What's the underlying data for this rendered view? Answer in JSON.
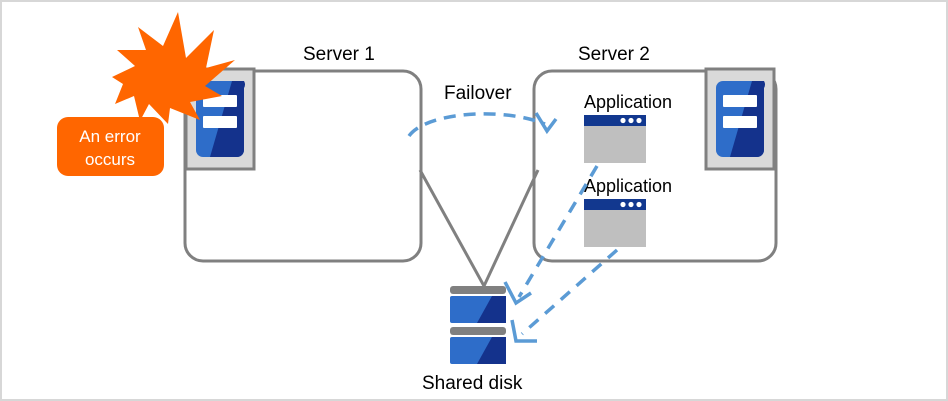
{
  "diagram": {
    "title": "Failover cluster diagram",
    "background_color": "#ffffff",
    "colors": {
      "server_box_stroke": "#808080",
      "error_badge": "#FF6600",
      "burst": "#FF6600",
      "arrow_dashed": "#5B9BD5",
      "connector_line": "#808080",
      "icon_blue_light": "#2E6DC9",
      "icon_blue_dark": "#14328C",
      "app_titlebar": "#12388F",
      "app_body": "#BFBFBF",
      "icon_frame": "#D9D9D9",
      "icon_frame_border": "#808080",
      "disk_band": "#808080",
      "text": "#000000"
    }
  },
  "error_badge": {
    "line1": "An error",
    "line2": "occurs",
    "icon": "burst-icon"
  },
  "server1": {
    "label": "Server 1",
    "icon": "server-icon",
    "applications": []
  },
  "server2": {
    "label": "Server 2",
    "icon": "server-icon",
    "applications": [
      {
        "label": "Application",
        "icon": "app-window-icon"
      },
      {
        "label": "Application",
        "icon": "app-window-icon"
      }
    ]
  },
  "failover": {
    "label": "Failover",
    "icon": "dashed-curved-arrow-icon"
  },
  "shared_disk": {
    "label": "Shared disk",
    "icon": "disk-stack-icon",
    "segments": 2
  },
  "connections": {
    "server1_to_disk": "solid-line",
    "server2_to_disk": "solid-line",
    "app1_to_disk": "dashed-arrow",
    "app2_to_disk": "dashed-arrow"
  }
}
